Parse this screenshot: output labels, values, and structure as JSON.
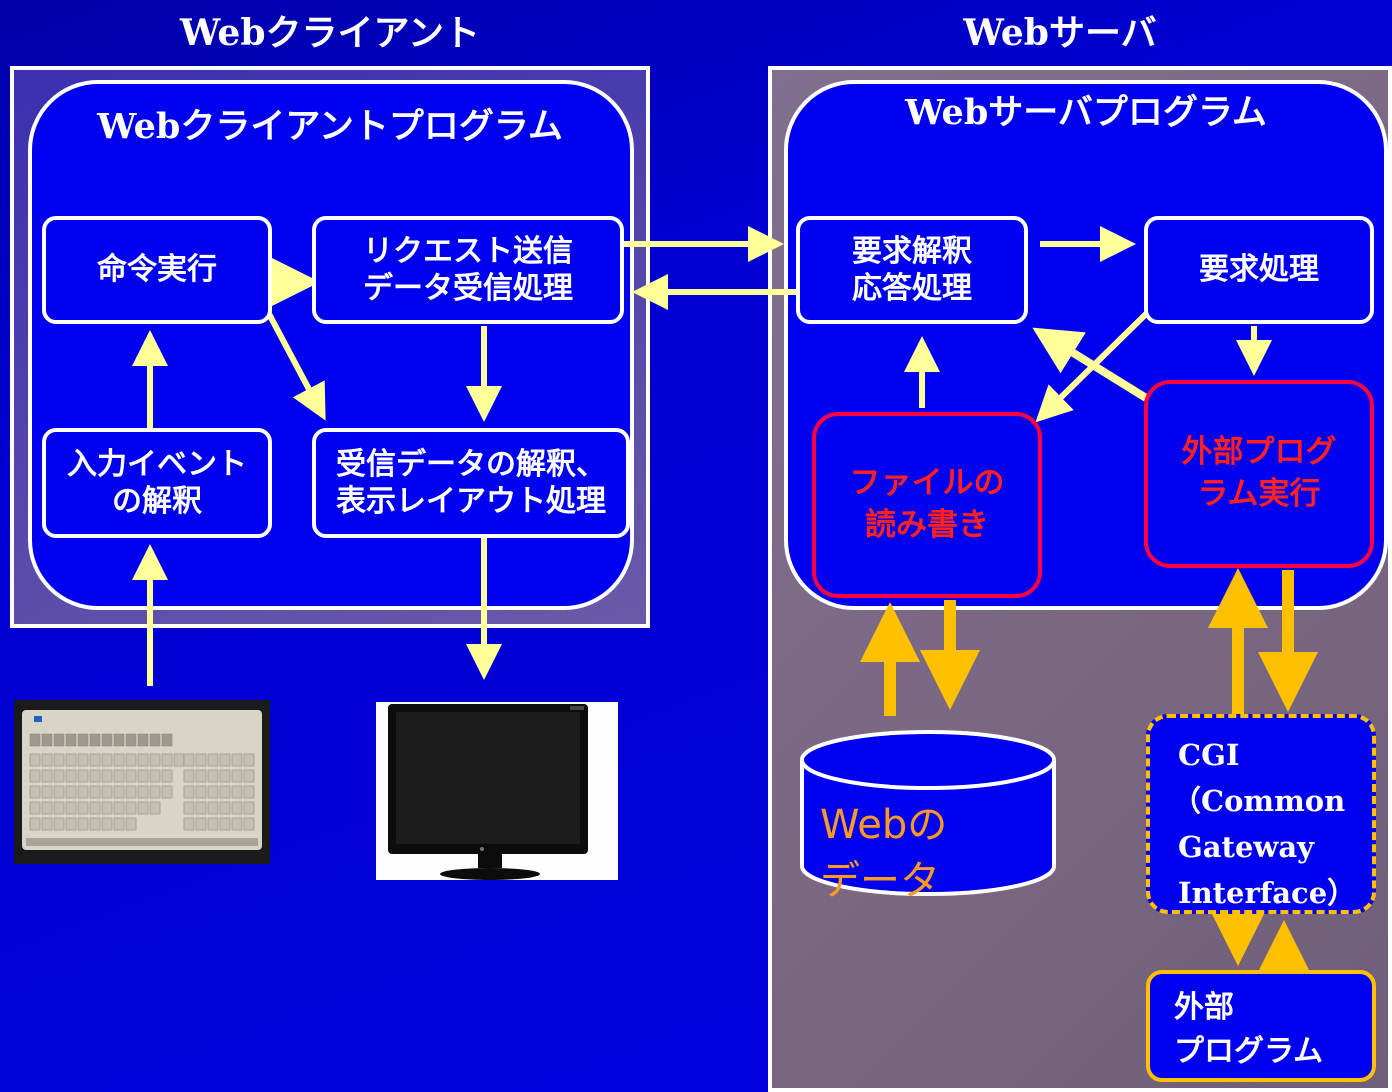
{
  "client": {
    "title": "Webクライアント",
    "program_title": "Webクライアントプログラム",
    "cmd": "命令実行",
    "request_line1": "リクエスト送信",
    "request_line2": "データ受信処理",
    "input_line1": "入力イベント",
    "input_line2": "の解釈",
    "parse_line1": "受信データの解釈、",
    "parse_line2": "表示レイアウト処理"
  },
  "server": {
    "title": "Webサーバ",
    "program_title": "Webサーバプログラム",
    "interpret_line1": "要求解釈",
    "interpret_line2": "応答処理",
    "process": "要求処理",
    "file_line1": "ファイルの",
    "file_line2": "読み書き",
    "ext_exec_line1": "外部プログ",
    "ext_exec_line2": "ラム実行",
    "data_line1": "Webの",
    "data_line2": "データ",
    "cgi_line1": "CGI",
    "cgi_line2": "（Common",
    "cgi_line3": "Gateway",
    "cgi_line4": "Interface）",
    "ext_prog_line1": "外部",
    "ext_prog_line2": "プログラム"
  },
  "colors": {
    "arrow": "#ffff99",
    "gold_arrow": "#ffc000",
    "red_border": "#ff0040",
    "server_bg": "#7a6a8c"
  }
}
